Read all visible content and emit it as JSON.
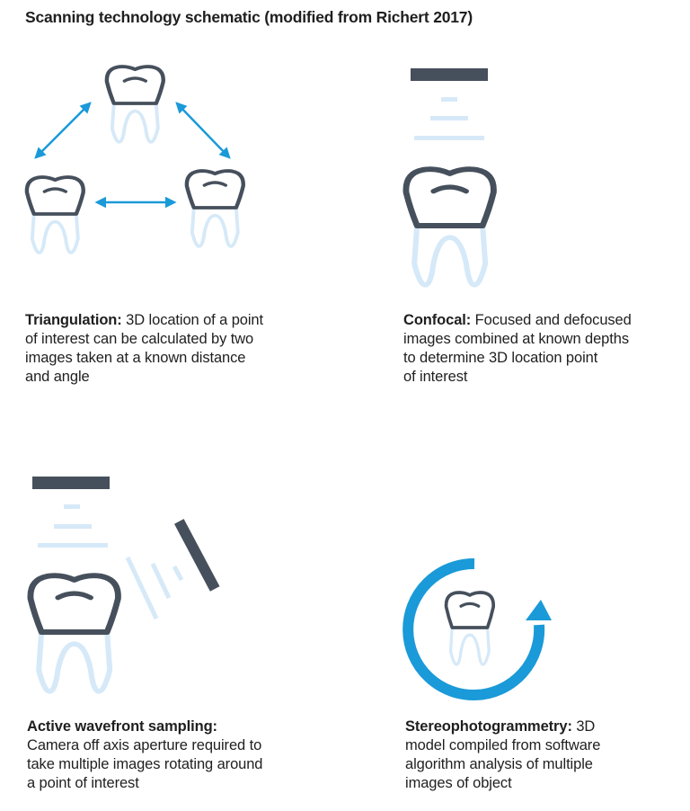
{
  "title": "Scanning technology schematic (modified from Richert 2017)",
  "colors": {
    "crown": "#46505c",
    "root": "#d6e9f8",
    "accent": "#1a9ad8",
    "bar": "#46505c",
    "light_lines": "#d6e9f8"
  },
  "panels": [
    {
      "id": "triangulation",
      "heading": "Triangulation:",
      "body_first": " 3D location of a point",
      "lines": [
        "of interest can be calculated by two",
        "images taken at a known distance",
        "and angle"
      ]
    },
    {
      "id": "confocal",
      "heading": "Confocal:",
      "body_first": " Focused and defocused",
      "lines": [
        "images combined at known depths",
        "to determine 3D location point",
        "of interest"
      ]
    },
    {
      "id": "active-wavefront-sampling",
      "heading": "Active wavefront sampling:",
      "body_first": "",
      "lines": [
        "Camera off axis aperture required to",
        "take multiple images rotating around",
        "a point of interest"
      ]
    },
    {
      "id": "stereophotogrammetry",
      "heading": "Stereophotogrammetry:",
      "body_first": " 3D",
      "lines": [
        "model compiled from software",
        "algorithm analysis of multiple",
        "images of object"
      ]
    }
  ]
}
